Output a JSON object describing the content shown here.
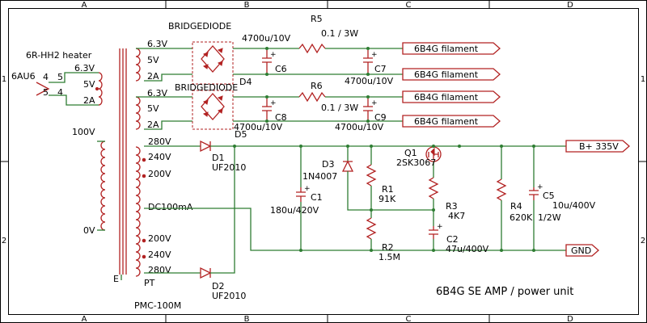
{
  "frame": {
    "cols": [
      "A",
      "B",
      "C",
      "D"
    ],
    "rows": [
      "1",
      "2"
    ]
  },
  "title": "6B4G SE AMP / power unit",
  "heater": {
    "label": "6R-HH2 heater",
    "tube": "6AU6",
    "pins": [
      "4",
      "5",
      "5",
      "4"
    ],
    "taps": [
      "6.3V",
      "5V",
      "2A"
    ]
  },
  "transformer": {
    "name": "PT",
    "model": "PMC-100M",
    "frame_mark": "E",
    "primary_taps": [
      "100V",
      "0V"
    ],
    "sec1_taps": [
      "6.3V",
      "5V",
      "2A"
    ],
    "sec2_taps": [
      "6.3V",
      "5V",
      "2A"
    ],
    "hv_taps": [
      "280V",
      "240V",
      "200V",
      "DC100mA",
      "200V",
      "240V",
      "280V"
    ]
  },
  "parts": {
    "bridge_label": "BRIDGEDIODE",
    "D4": "D4",
    "D5": "D5",
    "D1": "D1",
    "D1_value": "UF2010",
    "D2": "D2",
    "D2_value": "UF2010",
    "D3": "D3",
    "D3_value": "1N4007",
    "R5": "R5",
    "R5_value": "0.1 / 3W",
    "R6": "R6",
    "R6_value": "0.1 / 3W",
    "C6": "C6",
    "C6_value": "4700u/10V",
    "C7": "C7",
    "C7_value": "4700u/10V",
    "C8": "C8",
    "C8_value": "4700u/10V",
    "C9": "C9",
    "C9_value": "4700u/10V",
    "C1": "C1",
    "C1_value": "180u/420V",
    "R1": "R1",
    "R1_value": "91K",
    "R2": "R2",
    "R2_value": "1.5M",
    "Q1": "Q1",
    "Q1_value": "2SK3067",
    "R3": "R3",
    "R3_value": "4K7",
    "C2": "C2",
    "C2_value": "47u/400V",
    "R4": "R4",
    "R4_value": "620K",
    "R4_rating": "1/2W",
    "C5": "C5",
    "C5_value": "10u/400V"
  },
  "ports": {
    "fil1": "6B4G filament",
    "fil2": "6B4G filament",
    "fil3": "6B4G filament",
    "fil4": "6B4G filament",
    "bplus": "B+ 335V",
    "gnd": "GND"
  },
  "colors": {
    "wire": "#2e7d32",
    "part": "#b22222",
    "frame": "#000000"
  }
}
